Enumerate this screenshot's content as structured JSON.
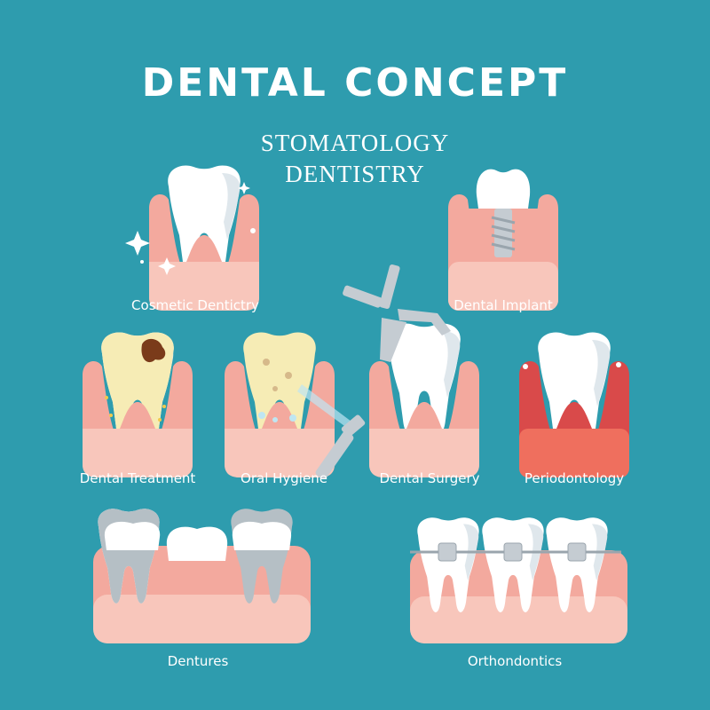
{
  "header": {
    "title": "DENTAL CONCEPT",
    "subtitle_line1": "STOMATOLOGY",
    "subtitle_line2": "DENTISTRY"
  },
  "items": [
    {
      "label": "Cosmetic Dentictry",
      "icon": "cosmetic-tooth-icon"
    },
    {
      "label": "Dental Implant",
      "icon": "implant-tooth-icon"
    },
    {
      "label": "Dental Treatment",
      "icon": "decayed-tooth-icon"
    },
    {
      "label": "Oral Hygiene",
      "icon": "hygiene-tooth-icon"
    },
    {
      "label": "Dental Surgery",
      "icon": "extraction-tooth-icon"
    },
    {
      "label": "Periodontology",
      "icon": "gum-disease-tooth-icon"
    },
    {
      "label": "Dentures",
      "icon": "dentures-icon"
    },
    {
      "label": "Orthondontics",
      "icon": "braces-icon"
    }
  ],
  "colors": {
    "background": "#2e9cae",
    "gum": "#f3a99e",
    "gum_light": "#f8c6bb",
    "tooth": "#ffffff",
    "tooth_shade": "#dfe7ec",
    "inflamed_gum": "#d94a4a",
    "metal": "#c5ccd2"
  }
}
